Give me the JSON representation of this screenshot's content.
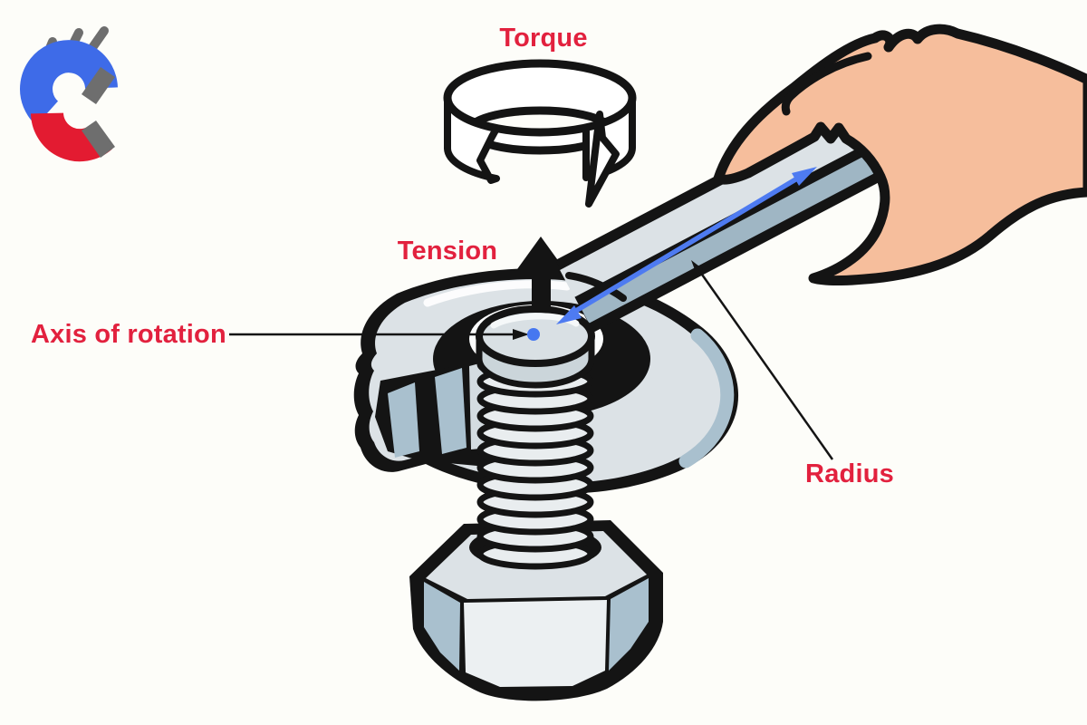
{
  "labels": {
    "torque": "Torque",
    "tension": "Tension",
    "axis_of_rotation": "Axis of rotation",
    "radius": "Radius"
  },
  "colors": {
    "background": "#FDFDF9",
    "label_red": "#E2213E",
    "outline_black": "#141414",
    "white_fill": "#FFFFFF",
    "wrench_top": "#DCE2E6",
    "wrench_top_dim": "#D4DCE1",
    "wrench_side": "#A9C0CE",
    "wrench_side_dark": "#9FB6C4",
    "bolt_top": "#D9E0E4",
    "bolt_side": "#CBD5DA",
    "thread_fill": "#E9EDEF",
    "nut_front": "#ECF0F2",
    "hand_skin": "#F6BE9C",
    "radius_blue": "#4E7BF1",
    "axis_dot_blue": "#4677F0",
    "logo_blue": "#3E6BE8",
    "logo_red": "#E31B31",
    "logo_gray": "#6E6E6E"
  },
  "logo": {
    "kind": "horseshoe-magnet-with-motion-lines"
  },
  "diagram": {
    "subject": "Torque applied by a hand turning a wrench on a bolt",
    "elements": [
      "torque-rotation-ribbon-arrow",
      "tension-arrow-up",
      "axis-of-rotation-pointer-with-dot",
      "radius-double-headed-arrow-along-handle",
      "radius-pointer-line",
      "open-end-wrench-on-bolt",
      "threaded-bolt-with-hex-nut",
      "hand-gripping-wrench-handle"
    ]
  }
}
